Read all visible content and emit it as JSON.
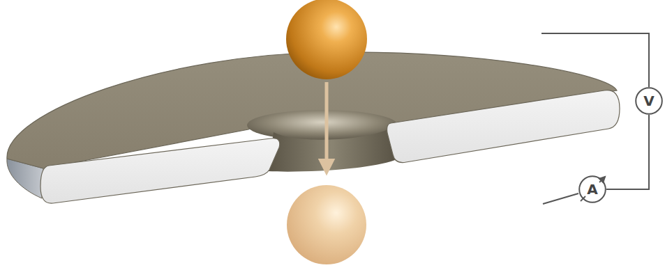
{
  "diagram": {
    "nodes": [
      {
        "text": [
          "V"
        ]
      },
      {
        "text": [
          "A"
        ]
      }
    ],
    "edges": [
      {
        "from": 0,
        "to": 1,
        "arrow": "none"
      }
    ]
  }
}
